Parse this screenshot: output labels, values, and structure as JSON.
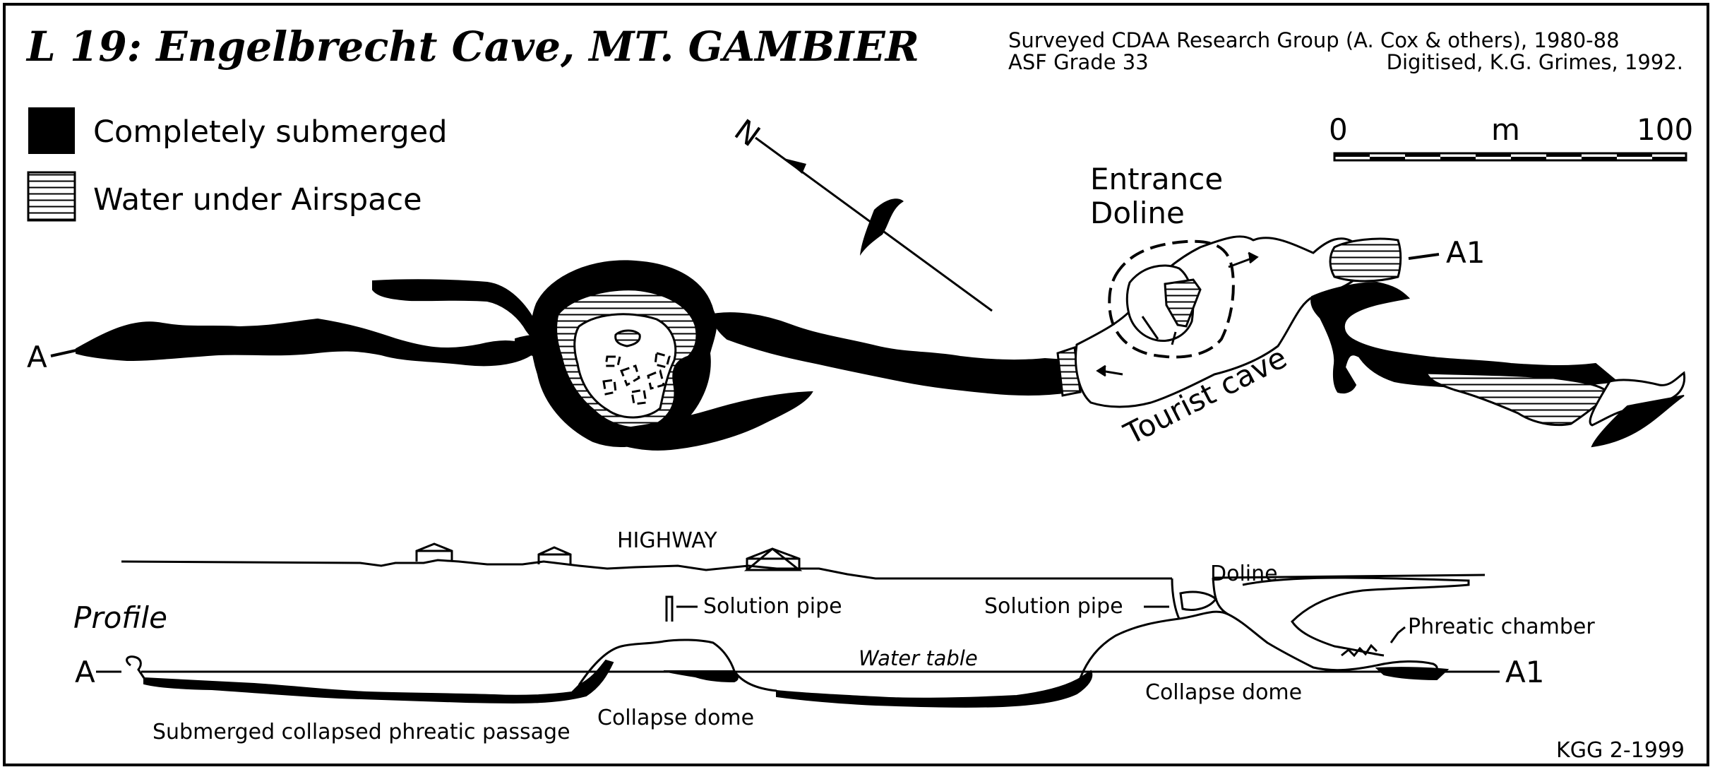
{
  "title": "L 19: Engelbrecht Cave, MT. GAMBIER",
  "credits": {
    "surveyed": "Surveyed CDAA Research Group (A. Cox & others), 1980-88",
    "grade": "ASF Grade 33",
    "digitised": "Digitised, K.G. Grimes, 1992."
  },
  "legend": {
    "submerged": "Completely submerged",
    "airspace": "Water under Airspace"
  },
  "scale": {
    "start": "0",
    "unit": "m",
    "end": "100"
  },
  "north_label": "N",
  "plan": {
    "entrance_doline": [
      "Entrance",
      "Doline"
    ],
    "tourist_cave": "Tourist cave",
    "point_a": "A",
    "point_a1": "A1"
  },
  "profile": {
    "heading": "Profile",
    "highway": "HIGHWAY",
    "solution_pipe_1": "Solution pipe",
    "solution_pipe_2": "Solution pipe",
    "doline": "Doline",
    "phreatic_chamber": "Phreatic chamber",
    "water_table": "Water table",
    "collapse_dome_1": "Collapse dome",
    "collapse_dome_2": "Collapse dome",
    "submerged_passage": "Submerged collapsed phreatic passage",
    "point_a": "A",
    "point_a1": "A1"
  },
  "footer_code": "KGG 2-1999"
}
